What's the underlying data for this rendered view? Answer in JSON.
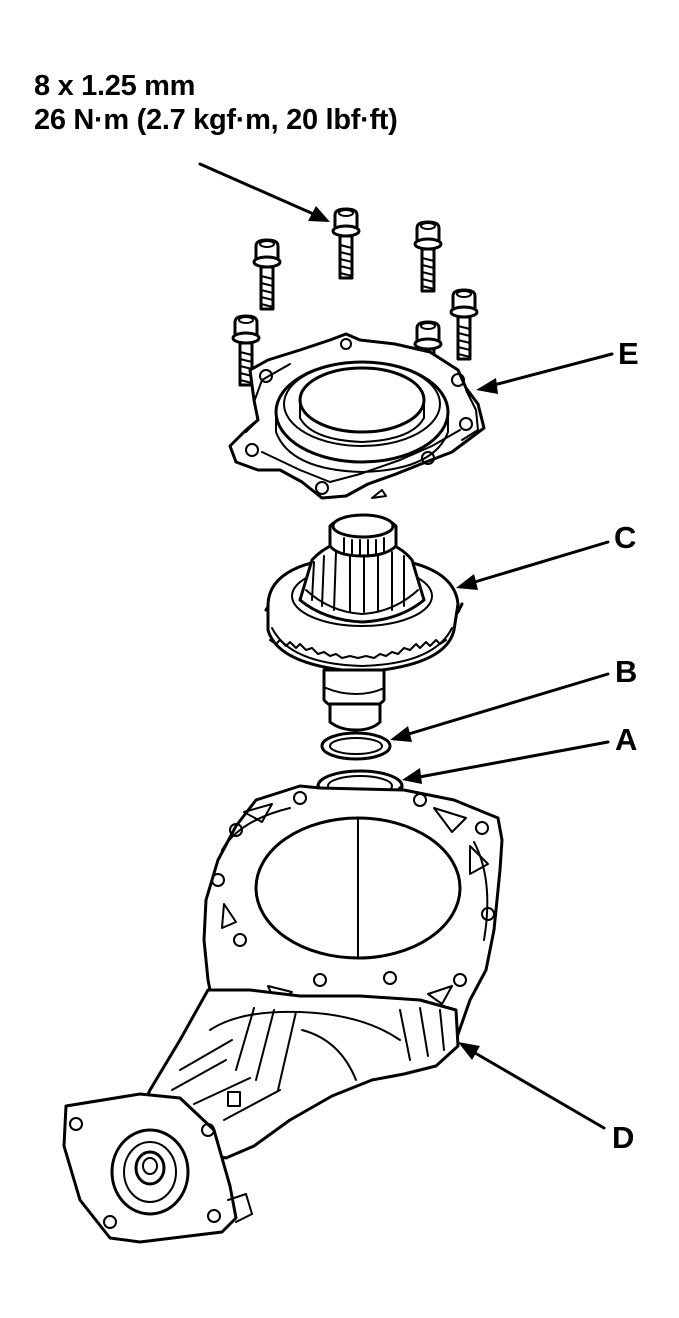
{
  "spec": {
    "bolt_size": "8 x 1.25 mm",
    "torque": "26 N·m (2.7 kgf·m, 20 lbf·ft)"
  },
  "callouts": {
    "e": "E",
    "c": "C",
    "b": "B",
    "a": "A",
    "d": "D"
  },
  "colors": {
    "line": "#000000",
    "background": "#ffffff"
  }
}
